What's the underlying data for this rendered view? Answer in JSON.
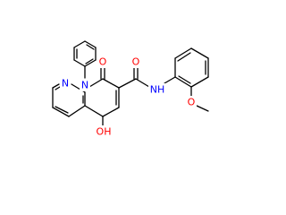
{
  "structure": {
    "colors": {
      "bond": "#000000",
      "oxygen": "#ff0000",
      "nitrogen": "#0000ff"
    },
    "atoms": {
      "ring_n": "N",
      "carbonyl_o": "O",
      "amide_o": "O",
      "amide_nh": "NH",
      "pyridine_n": "N",
      "hydroxyl": "OH",
      "methoxy_o": "O"
    }
  }
}
